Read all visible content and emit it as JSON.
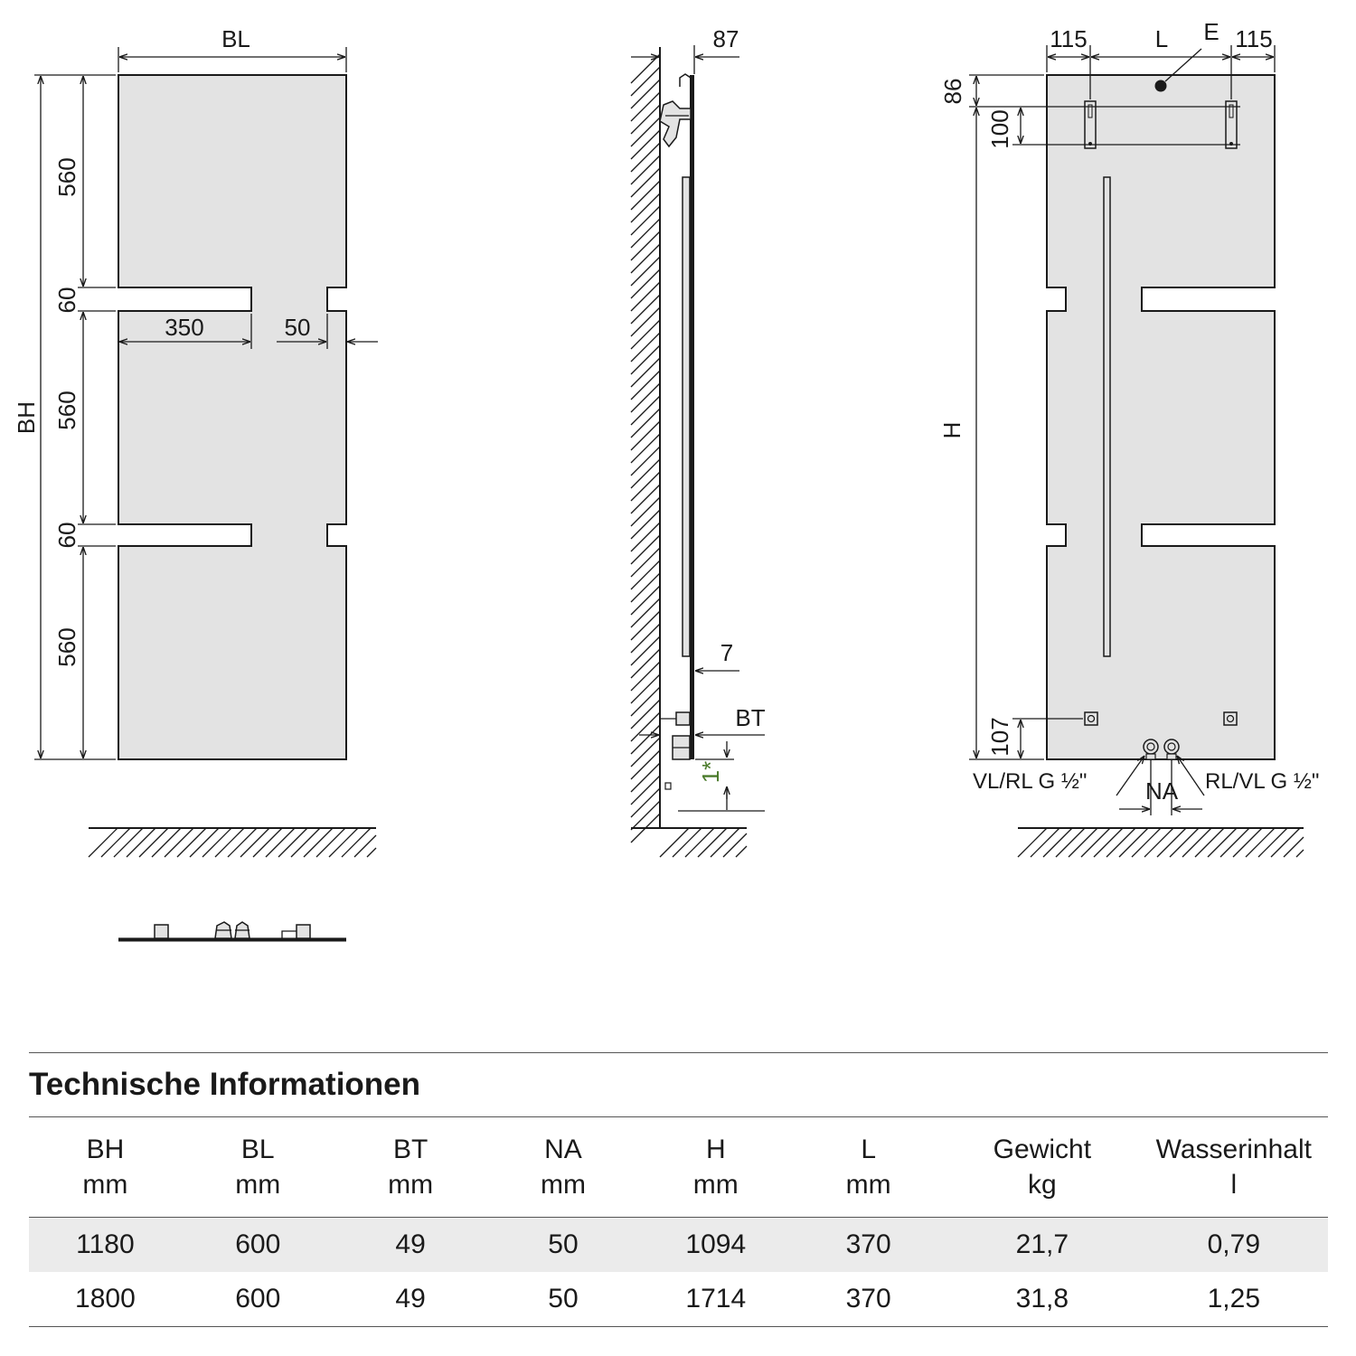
{
  "front_view": {
    "width_label": "BL",
    "height_label": "BH",
    "segment_heights": [
      "560",
      "60",
      "560",
      "60",
      "560"
    ],
    "slot_length": "350",
    "notch_depth": "50"
  },
  "side_view": {
    "depth_top": "87",
    "gap": "7",
    "depth_label": "BT",
    "floor_note": "1*"
  },
  "rear_view": {
    "margin_left": "115",
    "margin_right": "115",
    "center_distance_label": "L",
    "vent_label": "E",
    "top_offset": "86",
    "bracket_spacing": "100",
    "height_label": "H",
    "bottom_offset": "107",
    "connection_left": "VL/RL G ½\"",
    "connection_right": "RL/VL G ½\"",
    "connection_distance_label": "NA"
  },
  "tech_info": {
    "title": "Technische Informationen",
    "columns": [
      {
        "name": "BH",
        "unit": "mm"
      },
      {
        "name": "BL",
        "unit": "mm"
      },
      {
        "name": "BT",
        "unit": "mm"
      },
      {
        "name": "NA",
        "unit": "mm"
      },
      {
        "name": "H",
        "unit": "mm"
      },
      {
        "name": "L",
        "unit": "mm"
      },
      {
        "name": "Gewicht",
        "unit": "kg"
      },
      {
        "name": "Wasserinhalt",
        "unit": "l"
      }
    ],
    "rows": [
      [
        "1180",
        "600",
        "49",
        "50",
        "1094",
        "370",
        "21,7",
        "0,79"
      ],
      [
        "1800",
        "600",
        "49",
        "50",
        "1714",
        "370",
        "31,8",
        "1,25"
      ]
    ]
  },
  "colors": {
    "panel_fill": "#e3e3e3",
    "line": "#1a1a1a",
    "note_green": "#4a7a2a",
    "row_shade": "#ebebeb"
  }
}
